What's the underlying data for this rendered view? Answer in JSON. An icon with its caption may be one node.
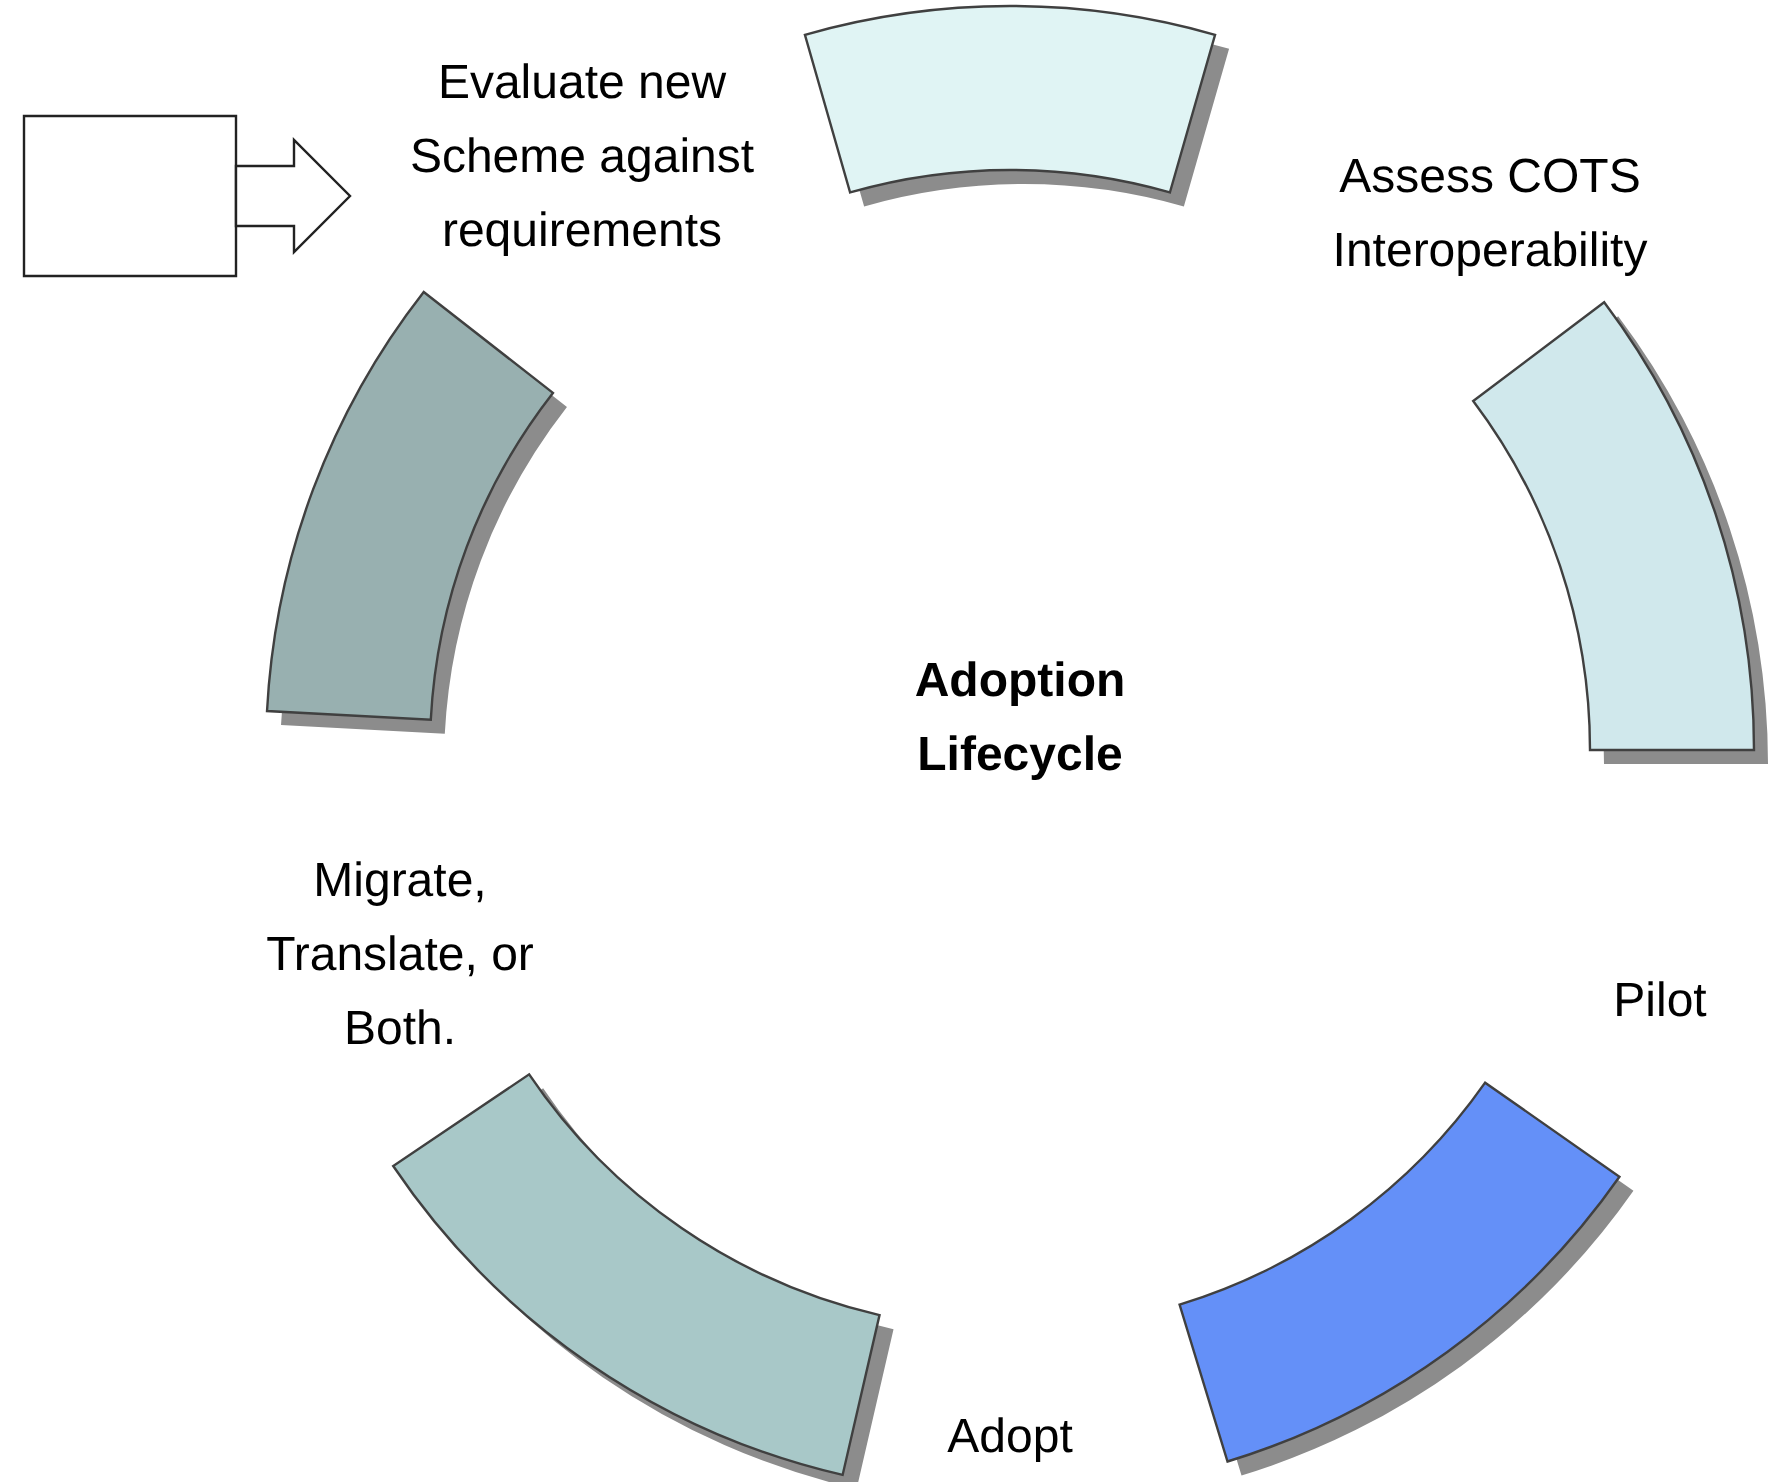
{
  "diagram": {
    "nodes": [
      {
        "text": [],
        "shape": "box"
      },
      {
        "text": [
          "Evaluate new Scheme against requirements"
        ]
      },
      {
        "text": [],
        "shape": "arc"
      },
      {
        "text": [],
        "shape": "arc"
      },
      {
        "text": [],
        "shape": "arc"
      },
      {
        "text": [],
        "shape": "arc"
      },
      {
        "text": [],
        "shape": "arc"
      }
    ],
    "edges": [
      {
        "from": 0,
        "to": 1,
        "arrow": "to"
      }
    ],
    "labels": [
      "Assess COTS Interoperability",
      "Adoption Lifecycle",
      "Migrate, Translate, or Both.",
      "Pilot",
      "Adopt"
    ]
  }
}
